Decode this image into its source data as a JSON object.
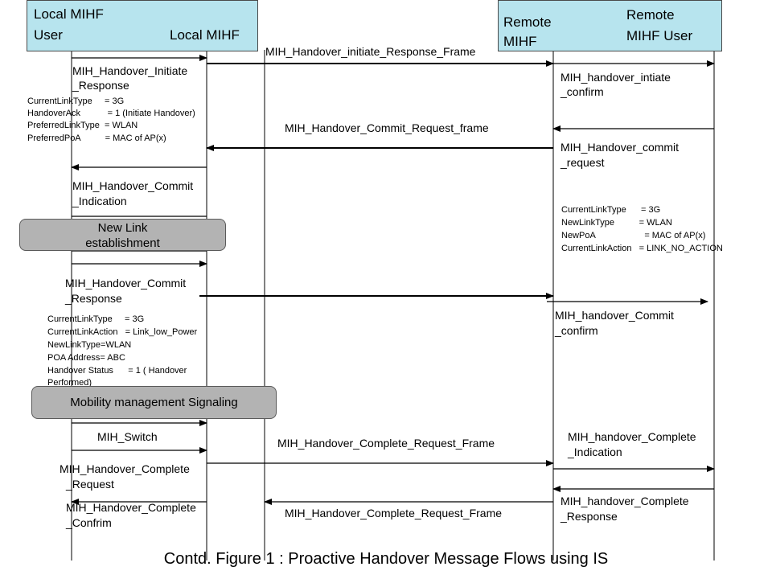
{
  "actors": {
    "local_user_line1": "Local MIHF",
    "local_user_line2": "User",
    "local_mihf": "Local MIHF",
    "remote_mihf_line1": "Remote",
    "remote_mihf_line2": "MIHF",
    "remote_user_line1": "Remote",
    "remote_user_line2": "MIHF User"
  },
  "messages": {
    "initiate_response_frame": "MIH_Handover_initiate_Response_Frame",
    "initiate_response_1": "MIH_Handover_Initiate",
    "initiate_response_2": "_Response",
    "initiate_confirm_1": "MIH_handover_intiate",
    "initiate_confirm_2": "_confirm",
    "commit_request_frame": "MIH_Handover_Commit_Request_frame",
    "commit_request_1": "MIH_Handover_commit",
    "commit_request_2": "_request",
    "commit_indication_1": "MIH_Handover_Commit",
    "commit_indication_2": "_Indication",
    "commit_response_1": "MIH_Handover_Commit",
    "commit_response_2": "_Response",
    "commit_confirm_1": "MIH_handover_Commit",
    "commit_confirm_2": "_confirm",
    "switch": "MIH_Switch",
    "complete_request_frame": "MIH_Handover_Complete_Request_Frame",
    "complete_indication_1": "MIH_handover_Complete",
    "complete_indication_2": "_Indication",
    "complete_request_1": "MIH_Handover_Complete",
    "complete_request_2": "_Request",
    "complete_request_frame_2": "MIH_Handover_Complete_Request_Frame",
    "complete_response_1": "MIH_handover_Complete",
    "complete_response_2": "_Response",
    "complete_confirm_1": "MIH_Handover_Complete",
    "complete_confirm_2": "_Confrim"
  },
  "params": {
    "initiate": [
      "CurrentLinkType     = 3G",
      "HandoverAck           = 1 (Initiate Handover)",
      "PreferredLinkType  = WLAN",
      "PreferredPoA          = MAC of AP(x)"
    ],
    "commit_request": [
      "CurrentLinkType      = 3G",
      "NewLinkType          = WLAN",
      "NewPoA                    = MAC of AP(x)",
      "CurrentLinkAction   = LINK_NO_ACTION"
    ],
    "commit_response": [
      "CurrentLinkType     = 3G",
      "CurrentLinkAction   = Link_low_Power",
      "NewLinkType=WLAN",
      "POA Address= ABC",
      "Handover Status      = 1 ( Handover",
      "Performed)"
    ]
  },
  "procedures": {
    "new_link_1": "New  Link",
    "new_link_2": "establishment",
    "mobility": "Mobility management Signaling"
  },
  "caption": "Contd. Figure 1 :  Proactive Handover Message Flows using IS"
}
